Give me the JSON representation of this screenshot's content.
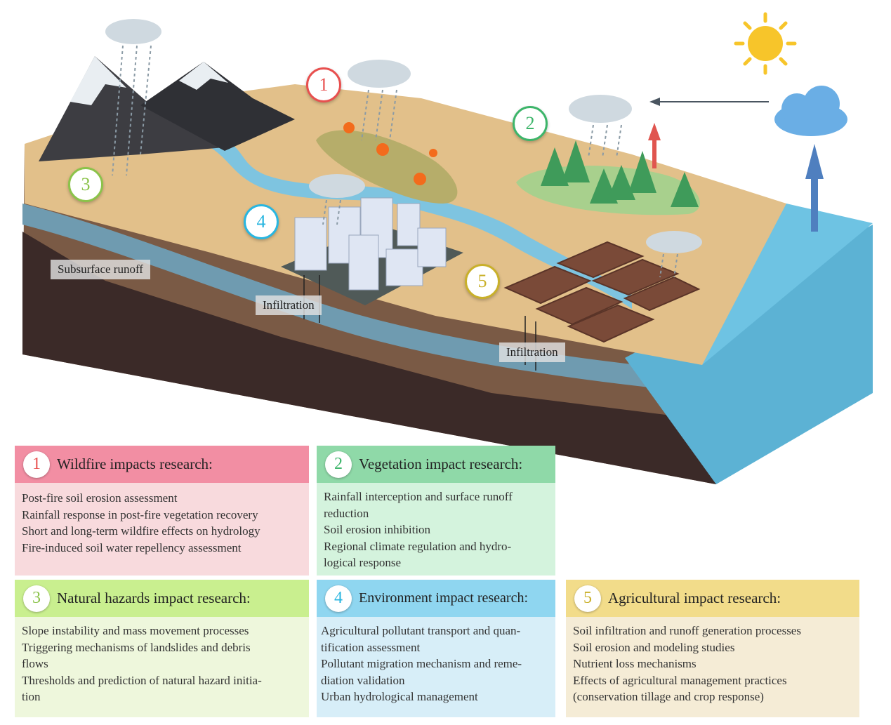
{
  "scene": {
    "labels": {
      "subsurface": "Subsurface runoff",
      "infiltration_urban": "Infiltration",
      "infiltration_farm": "Infiltration"
    },
    "badges": [
      "1",
      "2",
      "3",
      "4",
      "5"
    ]
  },
  "panels": [
    {
      "num": "1",
      "title": "Wildfire impacts research:",
      "header_color": "#f28ea3",
      "body_color": "#f8dadd",
      "items": [
        "Post-fire soil erosion assessment",
        "Rainfall response in post-fire vegetation recovery",
        "Short and long-term wildfire effects on hydrology",
        "Fire-induced soil water repellency assessment"
      ]
    },
    {
      "num": "2",
      "title": "Vegetation impact research:",
      "header_color": "#8fd9a8",
      "body_color": "#d4f3dd",
      "items": [
        "Rainfall interception and surface runoff",
        "reduction",
        "Soil erosion inhibition",
        "Regional climate regulation and hydro-",
        "logical response"
      ]
    },
    {
      "num": "3",
      "title": "Natural hazards impact research:",
      "header_color": "#c9ef8f",
      "body_color": "#eef7dc",
      "items": [
        "Slope instability and mass movement processes",
        "Triggering mechanisms of landslides and debris",
        "flows",
        "Thresholds and prediction of natural hazard initia-",
        "tion"
      ]
    },
    {
      "num": "4",
      "title": "Environment impact research:",
      "header_color": "#8fd6f0",
      "body_color": "#d7eef8",
      "items": [
        "Agricultural pollutant transport and quan-",
        "tification assessment",
        "Pollutant migration mechanism and reme-",
        "diation validation",
        "Urban hydrological management"
      ]
    },
    {
      "num": "5",
      "title": "Agricultural impact research:",
      "header_color": "#f2dc8a",
      "body_color": "#f5ecd6",
      "items": [
        "Soil infiltration and runoff generation processes",
        "Soil erosion and modeling studies",
        "Nutrient loss mechanisms",
        "Effects of agricultural management practices",
        "(conservation tillage and crop response)"
      ]
    }
  ],
  "colors": {
    "badge1": "#e8504f",
    "badge2": "#3db56a",
    "badge3": "#8bc34a",
    "badge4": "#29b6e0",
    "badge5": "#c9b02a"
  }
}
